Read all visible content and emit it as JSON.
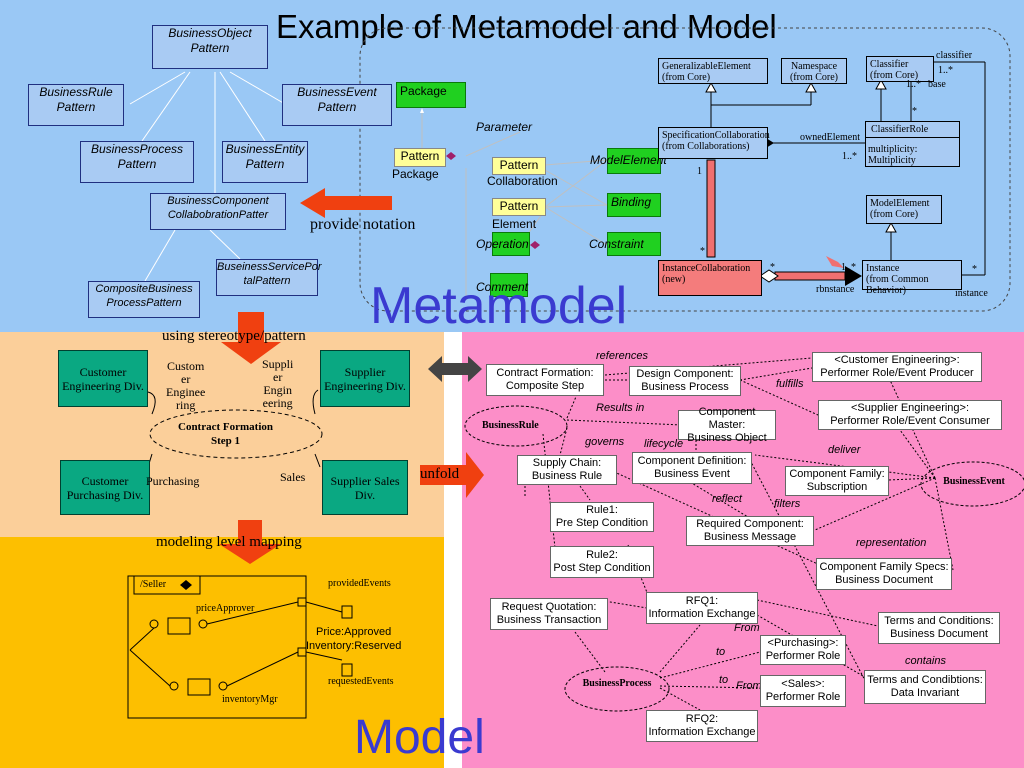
{
  "title": "Example of  Metamodel and Model",
  "metamodel_label": "Metamodel",
  "model_label": "Model",
  "patterns": {
    "business_object": [
      "BusinessObject",
      "Pattern"
    ],
    "business_rule": [
      "BusinessRule",
      "Pattern"
    ],
    "business_event": [
      "BusinessEvent",
      "Pattern"
    ],
    "business_process": [
      "BusinessProcess",
      "Pattern"
    ],
    "business_entity": [
      "BusinessEntity",
      "Pattern"
    ],
    "business_component": [
      "BusinessComponent",
      "CollabobrationPatter"
    ],
    "business_service": [
      "BuseinessServicePor",
      "talPattern"
    ],
    "composite": [
      "CompositeBusiness",
      "ProcessPattern"
    ]
  },
  "provide_notation": "provide notation",
  "uml": {
    "generalizable": [
      "GeneralizableElement",
      "(from Core)"
    ],
    "namespace": [
      "Namespace",
      "(from Core)"
    ],
    "classifier": [
      "Classifier",
      "(from Core)"
    ],
    "classifier_label": "classifier",
    "classifier_mult": "1..*",
    "classifier_mult2": "1..*",
    "base": "base",
    "star1": "*",
    "spec_collab": [
      "SpecificationCollaboration",
      "(from Collaborations)"
    ],
    "owned_element": "ownedElement",
    "classifier_role": [
      "ClassifierRole",
      "multiplicity: Multiplicity"
    ],
    "mult_1_star": "1..*",
    "one": "1",
    "star2": "*",
    "model_element": [
      "ModelElement",
      "(from Core)"
    ],
    "instance_collab": [
      "InstanceCollaboration",
      "(new)"
    ],
    "instance": [
      "Instance",
      "(from Common Behavior)"
    ],
    "star3": "*",
    "mult_1_star_b": "1..*",
    "star4": "*",
    "rbinstance": "rbnstance",
    "instance_label": "instance"
  },
  "notation": {
    "package": "Package",
    "pattern": "Pattern",
    "pattern_package": "Package",
    "parameter": "Parameter",
    "pattern_collab": "Pattern",
    "collaboration": "Collaboration",
    "model_element": "ModelElement",
    "binding": "Binding",
    "pattern_elem": "Pattern",
    "element": "Element",
    "operation": "Operation",
    "constraint": "Constraint",
    "comment": "Comment"
  },
  "stereotype": {
    "using": "using stereotype/pattern",
    "customer_eng": "Customer Engineering Div.",
    "supplier_eng": "Supplier Engineering Div.",
    "customer_engineering_label": [
      "Custom",
      "er",
      "Enginee",
      "ring"
    ],
    "supplier_engineering_label": [
      "Suppli",
      "er",
      "Engin",
      "eering"
    ],
    "contract": [
      "Contract Formation",
      "Step 1"
    ],
    "customer_purch": "Customer Purchasing Div.",
    "supplier_sales": "Supplier Sales Div.",
    "purchasing": "Purchasing",
    "sales": "Sales"
  },
  "mapping": {
    "label": "modeling level mapping",
    "seller": "/Seller",
    "price_approver": "priceApprover",
    "inventory_mgr": "inventoryMgr",
    "provided_events": "providedEvents",
    "requested_events": "requestedEvents",
    "price_approved": "Price:Approved",
    "inventory_reserved": "Inventory:Reserved"
  },
  "unfold": "unfold",
  "model": {
    "references": "references",
    "contract_formation": [
      "Contract Formation:",
      "Composite Step"
    ],
    "design_component": [
      "Design Component:",
      "Business Process"
    ],
    "customer_eng_role": [
      "<Customer Engineering>:",
      "Performer Role/Event Producer"
    ],
    "fulfills": "fulfills",
    "results_in": "Results in",
    "business_rule": "BusinessRule",
    "component_master": [
      "Component Master:",
      "Business Object"
    ],
    "supplier_eng_role": [
      "<Supplier Engineering>:",
      "Performer Role/Event Consumer"
    ],
    "governs": "governs",
    "lifecycle": "lifecycle",
    "deliver": "deliver",
    "supply_chain": [
      "Supply Chain:",
      "Business Rule"
    ],
    "component_definition": [
      "Component Definition:",
      "Business Event"
    ],
    "component_family": [
      "Component Family:",
      "Subscription"
    ],
    "business_event": "BusinessEvent",
    "reflect": "reflect",
    "filters": "filters",
    "rule1": [
      "Rule1:",
      "Pre Step Condition"
    ],
    "required_component": [
      "Required Component:",
      "Business Message"
    ],
    "representation": "representation",
    "rule2": [
      "Rule2:",
      "Post Step Condition"
    ],
    "component_family_specs": [
      "Component Family Specs:",
      "Business Document"
    ],
    "request_quotation": [
      "Request Quotation:",
      "Business Transaction"
    ],
    "rfq1": [
      "RFQ1:",
      "Information Exchange"
    ],
    "terms1": [
      "Terms and Conditions:",
      "Business Document"
    ],
    "from1": "From",
    "purchasing_role": [
      "<Purchasing>:",
      "Performer Role"
    ],
    "contains": "contains",
    "to1": "to",
    "business_process": "BusinessProcess",
    "to2": "to",
    "from2": "From",
    "sales_role": [
      "<Sales>:",
      "Performer Role"
    ],
    "terms2": [
      "Terms and Condibtions:",
      "Data Invariant"
    ],
    "rfq2": [
      "RFQ2:",
      "Information Exchange"
    ]
  },
  "colors": {
    "top_bg": "#9ac8f5",
    "mid_left_bg": "#fbcf9a",
    "bottom_left_bg": "#fdbf00",
    "right_bg": "#fc8ec8",
    "arrow_red": "#f04010",
    "teal": "#0aa882",
    "green": "#20d020",
    "title_blue": "#3a3ad0"
  }
}
